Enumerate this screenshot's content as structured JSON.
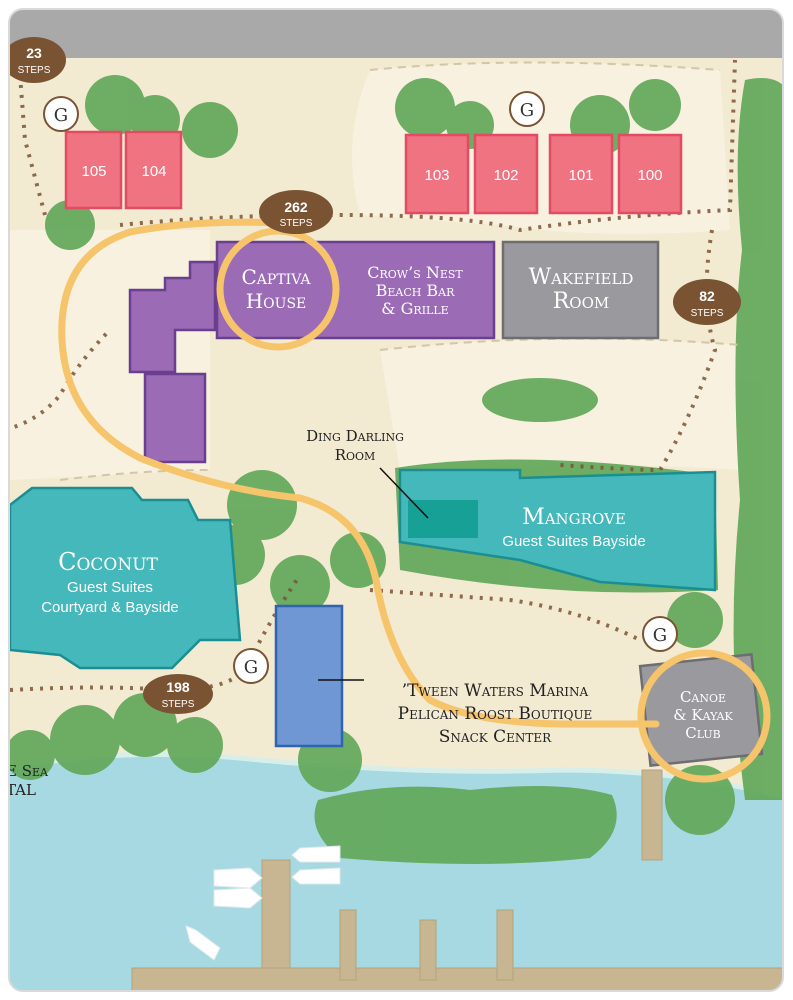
{
  "steps": {
    "s23": {
      "num": "23",
      "label": "STEPS"
    },
    "s262": {
      "num": "262",
      "label": "STEPS"
    },
    "s82": {
      "num": "82",
      "label": "STEPS"
    },
    "s198": {
      "num": "198",
      "label": "STEPS"
    }
  },
  "gate_marker": "G",
  "rooms": {
    "r105": "105",
    "r104": "104",
    "r103": "103",
    "r102": "102",
    "r101": "101",
    "r100": "100"
  },
  "buildings": {
    "captiva": {
      "line1": "Captiva",
      "line2": "House"
    },
    "crows_nest": {
      "line1": "Crow’s Nest",
      "line2": "Beach Bar",
      "line3": "& Grille"
    },
    "wakefield": {
      "line1": "Wakefield",
      "line2": "Room"
    },
    "ding_darling": {
      "line1": "Ding Darling",
      "line2": "Room"
    },
    "mangrove": {
      "name": "Mangrove",
      "sub": "Guest Suites Bayside"
    },
    "coconut": {
      "name": "Coconut",
      "sub1": "Guest Suites",
      "sub2": "Courtyard & Bayside"
    },
    "marina": {
      "line1": "’Tween Waters Marina",
      "line2": "Pelican Roost Boutique",
      "line3": "Snack Center"
    },
    "canoe": {
      "line1": "Canoe",
      "line2": "& Kayak",
      "line3": "Club"
    },
    "sea_edge": {
      "line1": "E Sea",
      "line2": "TAL"
    }
  },
  "colors": {
    "sky_bar": "#a9a9a9",
    "sand": "#f3ead2",
    "water": "#a6d9e2",
    "green": "#62a85a",
    "room": "#f07382",
    "purple": "#9b6bb6",
    "gray_building": "#9a9a9e",
    "teal": "#44b8ba",
    "blue": "#6e97d3",
    "route": "#f6c46a",
    "steps_badge": "#7a5333",
    "dock": "#c8b692"
  }
}
